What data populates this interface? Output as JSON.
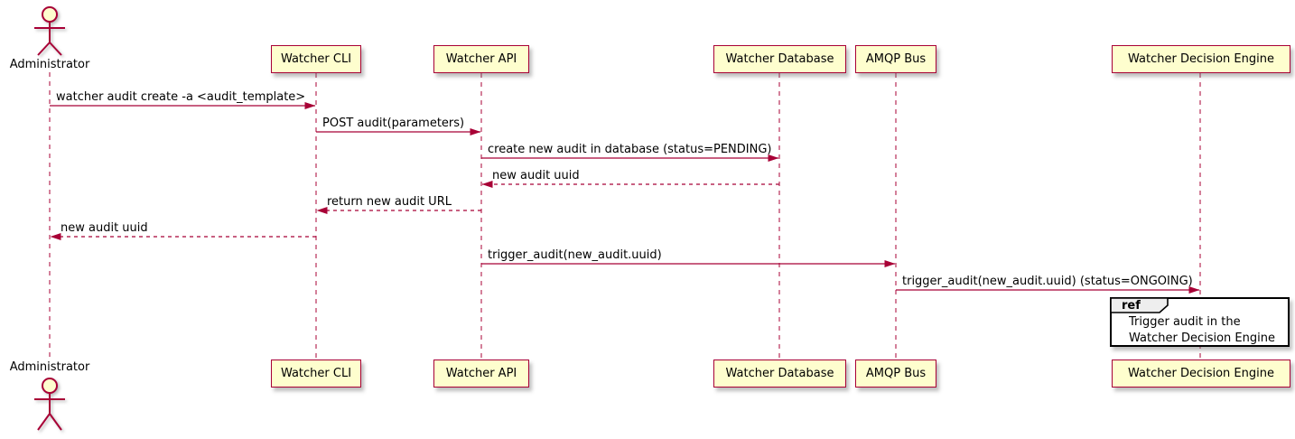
{
  "colors": {
    "participant_fill": "#FEFECE",
    "border": "#A80036",
    "arrow": "#A80036",
    "lifeline": "#A80036",
    "ref_border": "#000000",
    "ref_header_fill": "#EEEEEE",
    "text": "#000000"
  },
  "actor": {
    "label": "Administrator"
  },
  "participants": [
    {
      "label": "Watcher CLI"
    },
    {
      "label": "Watcher API"
    },
    {
      "label": "Watcher Database"
    },
    {
      "label": "AMQP Bus"
    },
    {
      "label": "Watcher Decision Engine"
    }
  ],
  "messages": [
    {
      "from": "Administrator",
      "to": "Watcher CLI",
      "style": "solid",
      "text": "watcher audit create -a <audit_template>"
    },
    {
      "from": "Watcher CLI",
      "to": "Watcher API",
      "style": "solid",
      "text": "POST audit(parameters)"
    },
    {
      "from": "Watcher API",
      "to": "Watcher Database",
      "style": "solid",
      "text": "create new audit in database (status=PENDING)"
    },
    {
      "from": "Watcher Database",
      "to": "Watcher API",
      "style": "dashed",
      "text": "new audit uuid"
    },
    {
      "from": "Watcher API",
      "to": "Watcher CLI",
      "style": "dashed",
      "text": "return new audit URL"
    },
    {
      "from": "Watcher CLI",
      "to": "Administrator",
      "style": "dashed",
      "text": "new audit uuid"
    },
    {
      "from": "Watcher API",
      "to": "AMQP Bus",
      "style": "solid",
      "text": "trigger_audit(new_audit.uuid)"
    },
    {
      "from": "AMQP Bus",
      "to": "Watcher Decision Engine",
      "style": "solid",
      "text": "trigger_audit(new_audit.uuid) (status=ONGOING)"
    }
  ],
  "ref": {
    "keyword": "ref",
    "line1": "Trigger audit in the",
    "line2": "Watcher Decision Engine"
  }
}
